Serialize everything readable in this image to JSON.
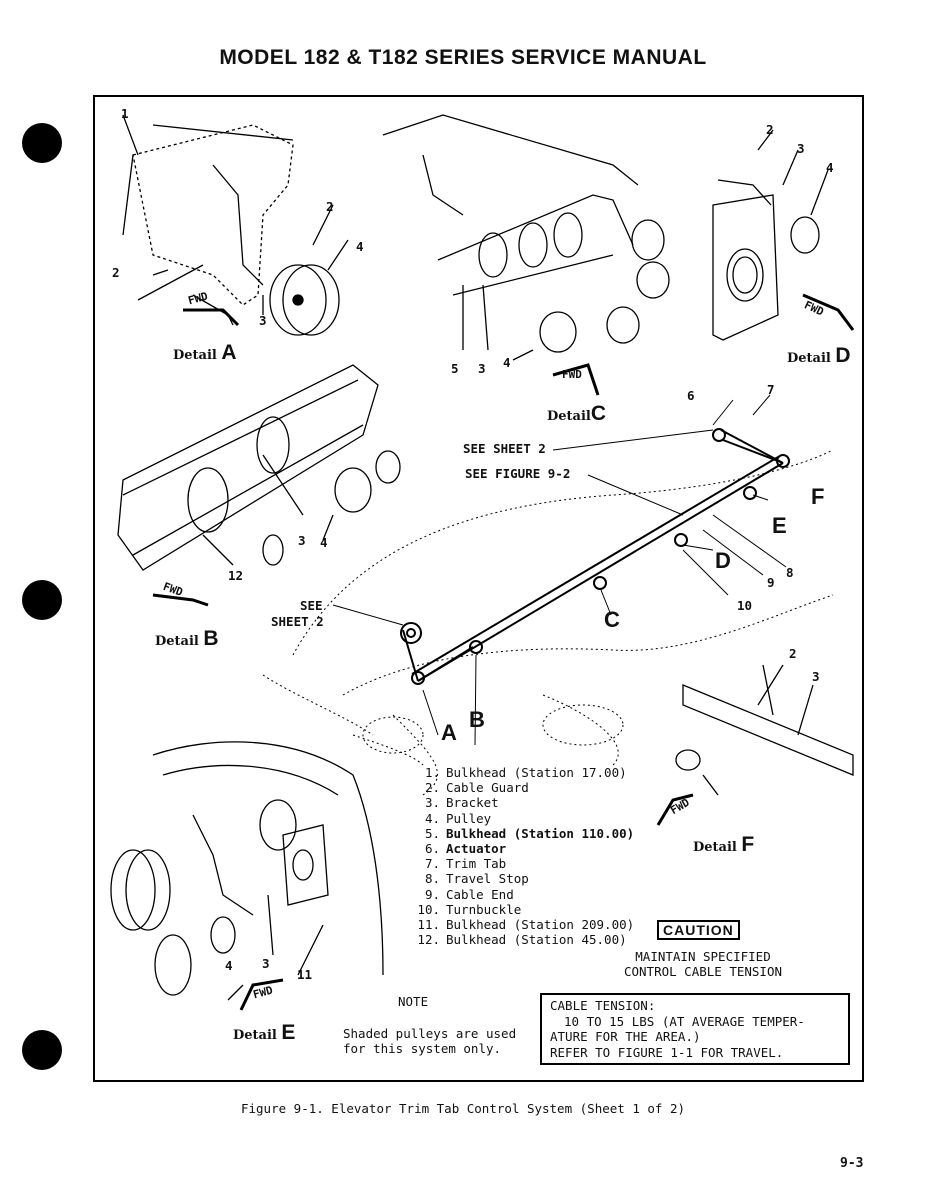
{
  "header": {
    "title": "MODEL 182 & T182 SERIES SERVICE MANUAL"
  },
  "details": {
    "a": {
      "prefix": "Detail",
      "letter": "A"
    },
    "b": {
      "prefix": "Detail",
      "letter": "B"
    },
    "c": {
      "prefix": "Detail",
      "letter": "C"
    },
    "d": {
      "prefix": "Detail",
      "letter": "D"
    },
    "e": {
      "prefix": "Detail",
      "letter": "E"
    },
    "f": {
      "prefix": "Detail",
      "letter": "F"
    }
  },
  "callouts": {
    "see_sheet2_a": "SEE SHEET 2",
    "see_figure": "SEE FIGURE 9-2",
    "see_b1": "SEE",
    "see_b2": "SHEET 2",
    "fwd": "FWD"
  },
  "diagram_letters": [
    "A",
    "B",
    "C",
    "D",
    "E",
    "F"
  ],
  "parts": [
    {
      "num": "1.",
      "name": "Bulkhead (Station 17.00)"
    },
    {
      "num": "2.",
      "name": "Cable Guard"
    },
    {
      "num": "3.",
      "name": "Bracket"
    },
    {
      "num": "4.",
      "name": "Pulley"
    },
    {
      "num": "5.",
      "name": "Bulkhead (Station 110.00)"
    },
    {
      "num": "6.",
      "name": "Actuator"
    },
    {
      "num": "7.",
      "name": "Trim Tab"
    },
    {
      "num": "8.",
      "name": "Travel Stop"
    },
    {
      "num": "9.",
      "name": "Cable End"
    },
    {
      "num": "10.",
      "name": "Turnbuckle"
    },
    {
      "num": "11.",
      "name": "Bulkhead (Station 209.00)"
    },
    {
      "num": "12.",
      "name": "Bulkhead (Station 45.00)"
    }
  ],
  "caution": {
    "label": "CAUTION",
    "line1": "MAINTAIN SPECIFIED",
    "line2": "CONTROL CABLE TENSION"
  },
  "note": {
    "title": "NOTE",
    "line1": "Shaded pulleys are used",
    "line2": "for this system only."
  },
  "tension": {
    "line1": "CABLE TENSION:",
    "line2": "10 TO 15 LBS (AT AVERAGE TEMPER-",
    "line3": "ATURE FOR THE AREA.)",
    "line4": "REFER TO FIGURE 1-1 FOR TRAVEL."
  },
  "caption": "Figure 9-1.  Elevator Trim Tab Control System  (Sheet 1 of 2)",
  "page_number": "9-3"
}
